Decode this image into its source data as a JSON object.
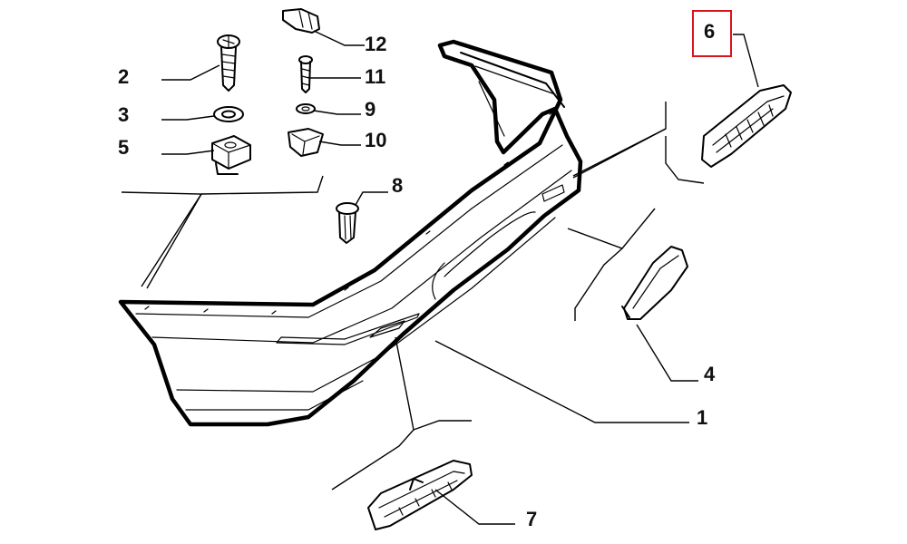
{
  "diagram": {
    "highlight": "6",
    "highlight_color": "#d9141c",
    "callouts": [
      {
        "id": "num-1",
        "label": "1"
      },
      {
        "id": "num-2",
        "label": "2"
      },
      {
        "id": "num-3",
        "label": "3"
      },
      {
        "id": "num-4",
        "label": "4"
      },
      {
        "id": "num-5",
        "label": "5"
      },
      {
        "id": "num-6",
        "label": "6"
      },
      {
        "id": "num-7",
        "label": "7"
      },
      {
        "id": "num-8",
        "label": "8"
      },
      {
        "id": "num-9",
        "label": "9"
      },
      {
        "id": "num-10",
        "label": "10"
      },
      {
        "id": "num-11",
        "label": "11"
      },
      {
        "id": "num-12",
        "label": "12"
      }
    ]
  }
}
